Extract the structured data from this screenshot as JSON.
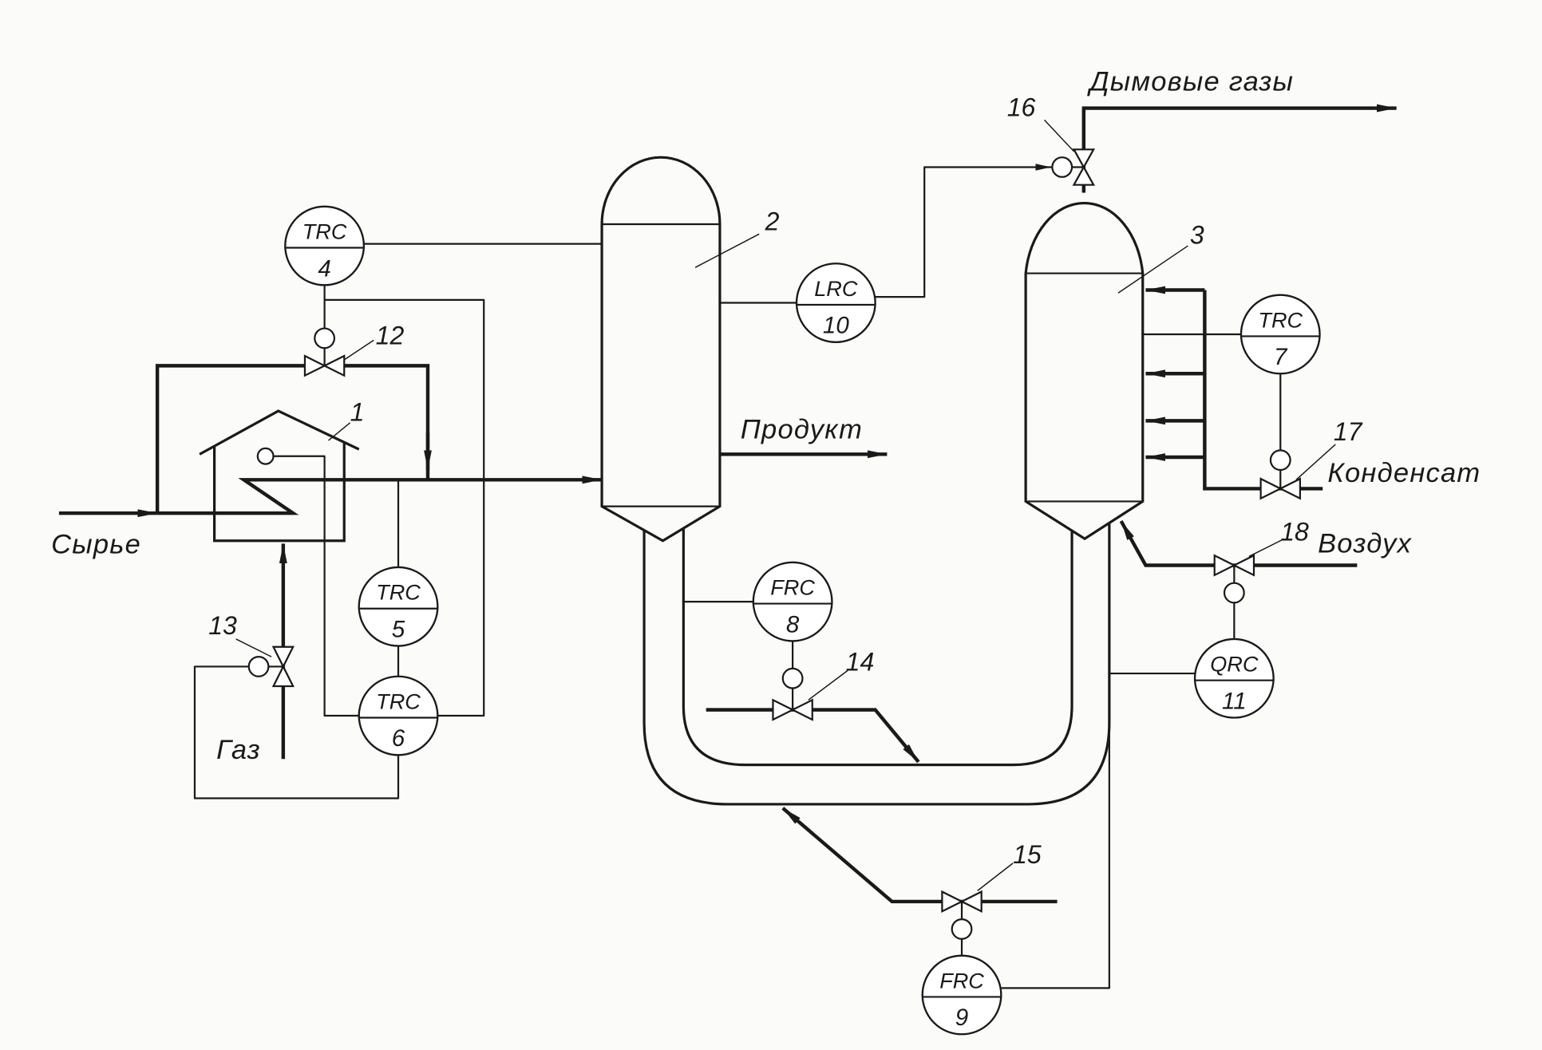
{
  "streams": {
    "flue_gas": "Дымовые газы",
    "product": "Продукт",
    "condensate": "Конденсат",
    "feed": "Сырье",
    "air": "Воздух",
    "fuel_gas": "Газ"
  },
  "equipment": {
    "furnace": "1",
    "vessel_2": "2",
    "vessel_3": "3"
  },
  "valves": {
    "v12": "12",
    "v13": "13",
    "v14": "14",
    "v15": "15",
    "v16": "16",
    "v17": "17",
    "v18": "18"
  },
  "instruments": {
    "trc4": {
      "code": "TRC",
      "tag": "4"
    },
    "lrc10": {
      "code": "LRC",
      "tag": "10"
    },
    "trc7": {
      "code": "TRC",
      "tag": "7"
    },
    "trc5": {
      "code": "TRC",
      "tag": "5"
    },
    "trc6": {
      "code": "TRC",
      "tag": "6"
    },
    "frc8": {
      "code": "FRC",
      "tag": "8"
    },
    "qrc11": {
      "code": "QRC",
      "tag": "11"
    },
    "frc9": {
      "code": "FRC",
      "tag": "9"
    }
  },
  "colors": {
    "ink": "#1a1a1a",
    "paper": "#fbfbf9"
  }
}
